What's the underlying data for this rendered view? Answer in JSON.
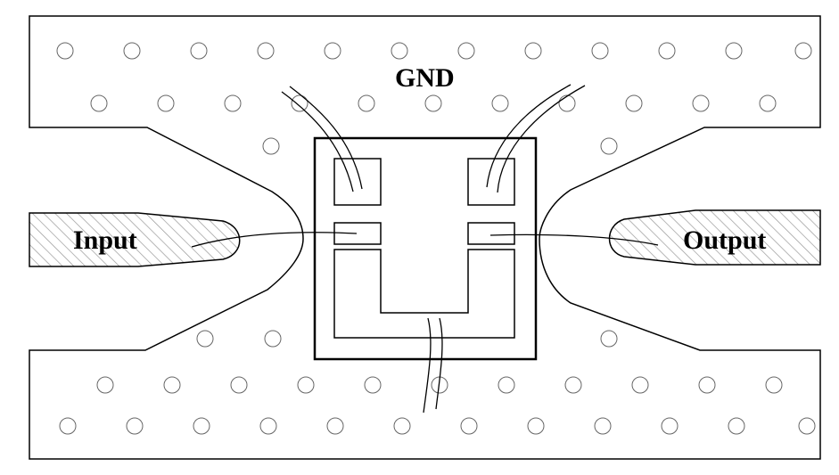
{
  "labels": {
    "gnd": "GND",
    "input": "Input",
    "output": "Output"
  },
  "colors": {
    "stroke": "#000000",
    "via_stroke": "#666666",
    "hatch": "#999999",
    "background": "#ffffff"
  }
}
